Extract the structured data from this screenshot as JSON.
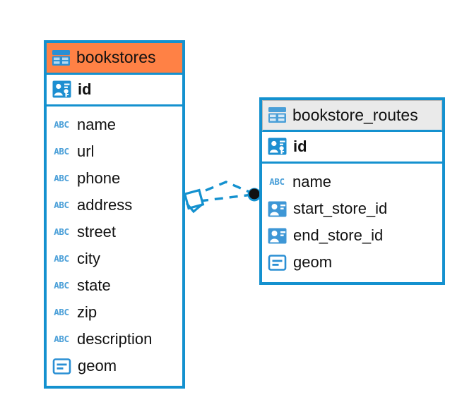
{
  "diagram": {
    "type": "er-diagram",
    "background": "#ffffff",
    "accent_color": "#1491cf",
    "highlight_color": "#ff8145",
    "relationship": {
      "name": "bookstores-to-bookstore-routes",
      "line_style": "dashed",
      "line_color": "#1491cf",
      "source_marker": "diamond",
      "target_marker": "filled-circle"
    }
  },
  "entities": [
    {
      "name": "bookstores",
      "title": "bookstores",
      "selected": true,
      "header_color": "#ff8145",
      "icon": "table-icon",
      "primary_key": {
        "label": "id",
        "icon": "primary-key-icon"
      },
      "fields": [
        {
          "label": "name",
          "icon": "abc-icon",
          "type": "text"
        },
        {
          "label": "url",
          "icon": "abc-icon",
          "type": "text"
        },
        {
          "label": "phone",
          "icon": "abc-icon",
          "type": "text"
        },
        {
          "label": "address",
          "icon": "abc-icon",
          "type": "text"
        },
        {
          "label": "street",
          "icon": "abc-icon",
          "type": "text"
        },
        {
          "label": "city",
          "icon": "abc-icon",
          "type": "text"
        },
        {
          "label": "state",
          "icon": "abc-icon",
          "type": "text"
        },
        {
          "label": "zip",
          "icon": "abc-icon",
          "type": "text"
        },
        {
          "label": "description",
          "icon": "abc-icon",
          "type": "text"
        },
        {
          "label": "geom",
          "icon": "geom-icon",
          "type": "geometry"
        }
      ]
    },
    {
      "name": "bookstore_routes",
      "title": "bookstore_routes",
      "selected": false,
      "header_color": "#eaeaea",
      "icon": "table-icon",
      "primary_key": {
        "label": "id",
        "icon": "primary-key-icon"
      },
      "fields": [
        {
          "label": "name",
          "icon": "abc-icon",
          "type": "text"
        },
        {
          "label": "start_store_id",
          "icon": "foreign-key-icon",
          "type": "reference"
        },
        {
          "label": "end_store_id",
          "icon": "foreign-key-icon",
          "type": "reference"
        },
        {
          "label": "geom",
          "icon": "geom-icon",
          "type": "geometry"
        }
      ]
    }
  ]
}
